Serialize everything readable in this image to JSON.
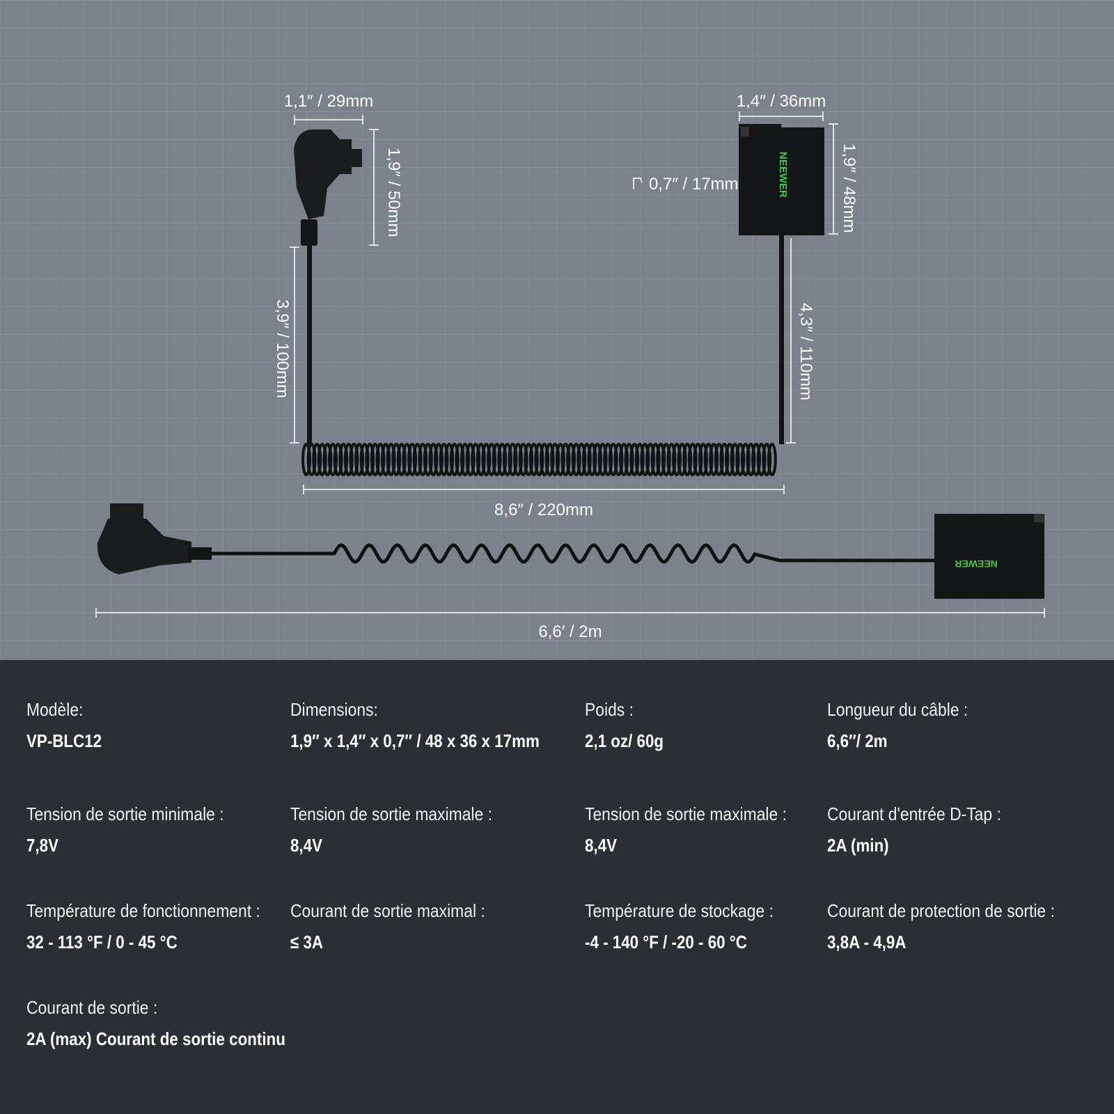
{
  "diagram": {
    "brand": "NEEWER",
    "brand_color": "#3ec93e",
    "dims": {
      "dtap_width": "1,1″ / 29mm",
      "dtap_height": "1,9″ / 50mm",
      "cable_top_left": "3,9″ / 100mm",
      "battery_width": "1,4″ / 36mm",
      "battery_depth": "0,7″ / 17mm",
      "battery_height": "1,9″ / 48mm",
      "cable_top_right": "4,3″ / 110mm",
      "coil_length": "8,6″ / 220mm",
      "total_length": "6,6′ / 2m"
    }
  },
  "specs": [
    {
      "label": "Modèle:",
      "value": "VP-BLC12"
    },
    {
      "label": "Dimensions:",
      "value": "1,9″ x 1,4″ x 0,7″ / 48 x 36 x 17mm"
    },
    {
      "label": "Poids :",
      "value": "2,1 oz/ 60g"
    },
    {
      "label": "Longueur du câble :",
      "value": "6,6″/ 2m"
    },
    {
      "label": "Tension de sortie minimale :",
      "value": "7,8V"
    },
    {
      "label": "Tension de sortie maximale :",
      "value": "8,4V"
    },
    {
      "label": "Tension de sortie maximale :",
      "value": "8,4V"
    },
    {
      "label": "Courant d'entrée D-Tap :",
      "value": "2A (min)"
    },
    {
      "label": "Température de fonctionnement :",
      "value": "32 - 113 °F / 0 - 45 °C"
    },
    {
      "label": "Courant de sortie maximal :",
      "value": "≤ 3A"
    },
    {
      "label": "Température de stockage :",
      "value": "-4 - 140 °F / -20 - 60 °C"
    },
    {
      "label": "Courant de protection de sortie :",
      "value": "3,8A - 4,9A"
    },
    {
      "label": "Courant de sortie :",
      "value": "2A (max) Courant de sortie continu"
    }
  ]
}
